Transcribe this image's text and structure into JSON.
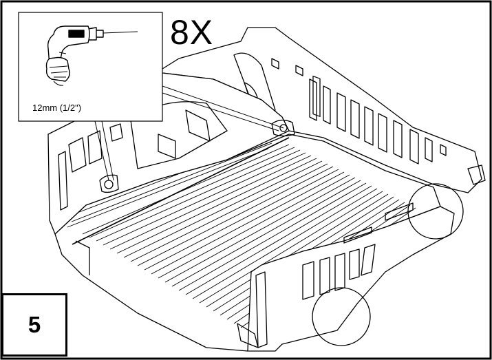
{
  "callout": {
    "count_label": "8X",
    "drill_size_label": "12mm (1/2\")",
    "tool_icon": "power-drill-icon"
  },
  "step": {
    "number": "5"
  },
  "illustration": {
    "subject": "truck-bed-icon",
    "detail_circles": 2
  },
  "colors": {
    "line": "#000000",
    "background": "#ffffff"
  }
}
